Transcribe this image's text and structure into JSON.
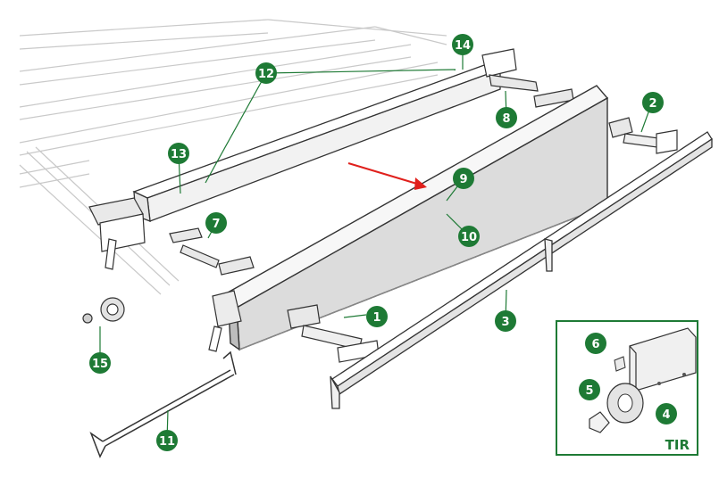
{
  "callouts": [
    {
      "n": "1",
      "color": "#1e7a35"
    },
    {
      "n": "2",
      "color": "#1e7a35"
    },
    {
      "n": "3",
      "color": "#1e7a35"
    },
    {
      "n": "4",
      "color": "#1e7a35"
    },
    {
      "n": "5",
      "color": "#1e7a35"
    },
    {
      "n": "6",
      "color": "#1e7a35"
    },
    {
      "n": "7",
      "color": "#1e7a35"
    },
    {
      "n": "8",
      "color": "#1e7a35"
    },
    {
      "n": "9",
      "color": "#1e7a35"
    },
    {
      "n": "10",
      "color": "#1e7a35"
    },
    {
      "n": "11",
      "color": "#1e7a35"
    },
    {
      "n": "12",
      "color": "#1e7a35"
    },
    {
      "n": "13",
      "color": "#1e7a35"
    },
    {
      "n": "14",
      "color": "#1e7a35"
    },
    {
      "n": "15",
      "color": "#1e7a35"
    }
  ],
  "inset": {
    "label": "TIR",
    "border_color": "#1e7a35"
  },
  "arrow": {
    "color": "#e0201c"
  }
}
